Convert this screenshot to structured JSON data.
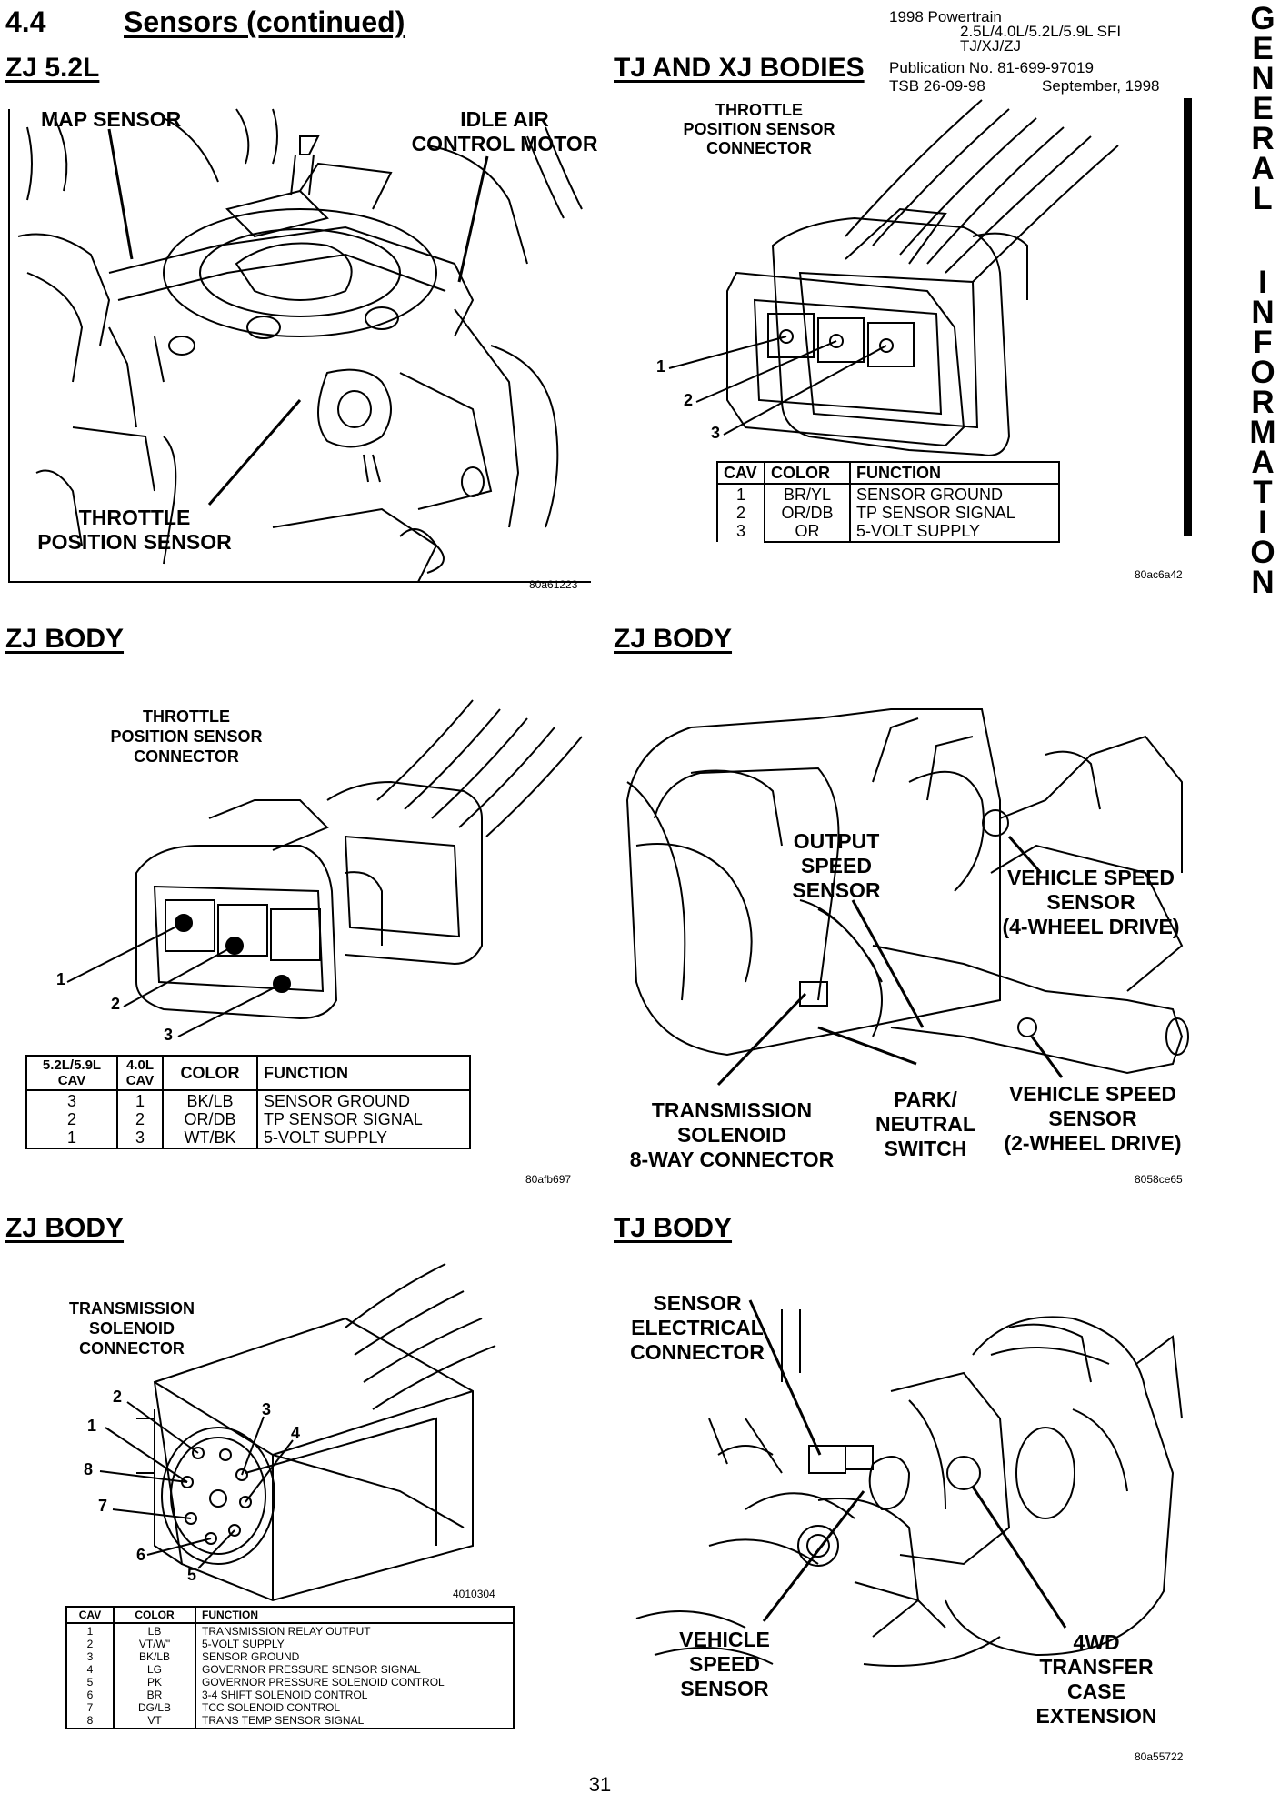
{
  "header": {
    "section_number": "4.4",
    "section_title": "Sensors (continued)",
    "pub_line1": "1998 Powertrain",
    "pub_line2": "2.5L/4.0L/5.2L/5.9L SFI",
    "pub_line3": "TJ/XJ/ZJ",
    "pub_line4": "Publication No. 81-699-97019",
    "pub_line5_tsb": "TSB 26-09-98",
    "pub_line5_date": "September, 1998"
  },
  "side_tab": {
    "word1": [
      "G",
      "E",
      "N",
      "E",
      "R",
      "A",
      "L"
    ],
    "word2": [
      "I",
      "N",
      "F",
      "O",
      "R",
      "M",
      "A",
      "T",
      "I",
      "O",
      "N"
    ]
  },
  "fig1": {
    "title": "ZJ 5.2L",
    "callout_map": "MAP SENSOR",
    "callout_iac_1": "IDLE AIR",
    "callout_iac_2": "CONTROL MOTOR",
    "callout_tps_1": "THROTTLE",
    "callout_tps_2": "POSITION SENSOR",
    "code": "80a61223"
  },
  "fig2": {
    "title": "TJ AND XJ BODIES",
    "label_1": "THROTTLE",
    "label_2": "POSITION SENSOR",
    "label_3": "CONNECTOR",
    "pins": [
      "1",
      "2",
      "3"
    ],
    "table": {
      "headers": [
        "CAV",
        "COLOR",
        "FUNCTION"
      ],
      "rows": [
        [
          "1",
          "BR/YL",
          "SENSOR GROUND"
        ],
        [
          "2",
          "OR/DB",
          "TP SENSOR SIGNAL"
        ],
        [
          "3",
          "OR",
          "5-VOLT SUPPLY"
        ]
      ]
    },
    "code": "80ac6a42"
  },
  "fig3": {
    "title": "ZJ BODY",
    "label_1": "THROTTLE",
    "label_2": "POSITION SENSOR",
    "label_3": "CONNECTOR",
    "pins": [
      "1",
      "2",
      "3"
    ],
    "table": {
      "h1a": "5.2L/5.9L",
      "h1b": "CAV",
      "h2a": "4.0L",
      "h2b": "CAV",
      "h3": "COLOR",
      "h4": "FUNCTION",
      "rows": [
        [
          "3",
          "1",
          "BK/LB",
          "SENSOR GROUND"
        ],
        [
          "2",
          "2",
          "OR/DB",
          "TP SENSOR SIGNAL"
        ],
        [
          "1",
          "3",
          "WT/BK",
          "5-VOLT SUPPLY"
        ]
      ]
    },
    "code": "80afb697"
  },
  "fig4": {
    "title": "ZJ BODY",
    "oss_1": "OUTPUT",
    "oss_2": "SPEED",
    "oss_3": "SENSOR",
    "vss4_1": "VEHICLE SPEED",
    "vss4_2": "SENSOR",
    "vss4_3": "(4-WHEEL DRIVE)",
    "tsc_1": "TRANSMISSION",
    "tsc_2": "SOLENOID",
    "tsc_3": "8-WAY CONNECTOR",
    "pn_1": "PARK/",
    "pn_2": "NEUTRAL",
    "pn_3": "SWITCH",
    "vss2_1": "VEHICLE SPEED",
    "vss2_2": "SENSOR",
    "vss2_3": "(2-WHEEL DRIVE)",
    "code": "8058ce65"
  },
  "fig5": {
    "title": "ZJ BODY",
    "label_1": "TRANSMISSION",
    "label_2": "SOLENOID",
    "label_3": "CONNECTOR",
    "pins": [
      "1",
      "2",
      "3",
      "4",
      "5",
      "6",
      "7",
      "8"
    ],
    "code": "4010304",
    "table": {
      "headers": [
        "CAV",
        "COLOR",
        "FUNCTION"
      ],
      "rows": [
        [
          "1",
          "LB",
          "TRANSMISSION RELAY OUTPUT"
        ],
        [
          "2",
          "VT/W\"",
          "5-VOLT SUPPLY"
        ],
        [
          "3",
          "BK/LB",
          "SENSOR GROUND"
        ],
        [
          "4",
          "LG",
          "GOVERNOR PRESSURE SENSOR SIGNAL"
        ],
        [
          "5",
          "PK",
          "GOVERNOR PRESSURE SOLENOID CONTROL"
        ],
        [
          "6",
          "BR",
          "3-4 SHIFT SOLENOID CONTROL"
        ],
        [
          "7",
          "DG/LB",
          "TCC SOLENOID CONTROL"
        ],
        [
          "8",
          "VT",
          "TRANS TEMP SENSOR SIGNAL"
        ]
      ]
    }
  },
  "fig6": {
    "title": "TJ BODY",
    "sec_1": "SENSOR",
    "sec_2": "ELECTRICAL",
    "sec_3": "CONNECTOR",
    "vss_1": "VEHICLE",
    "vss_2": "SPEED",
    "vss_3": "SENSOR",
    "tc_1": "4WD",
    "tc_2": "TRANSFER",
    "tc_3": "CASE",
    "tc_4": "EXTENSION",
    "code": "80a55722"
  },
  "footer": {
    "page_number": "31"
  }
}
